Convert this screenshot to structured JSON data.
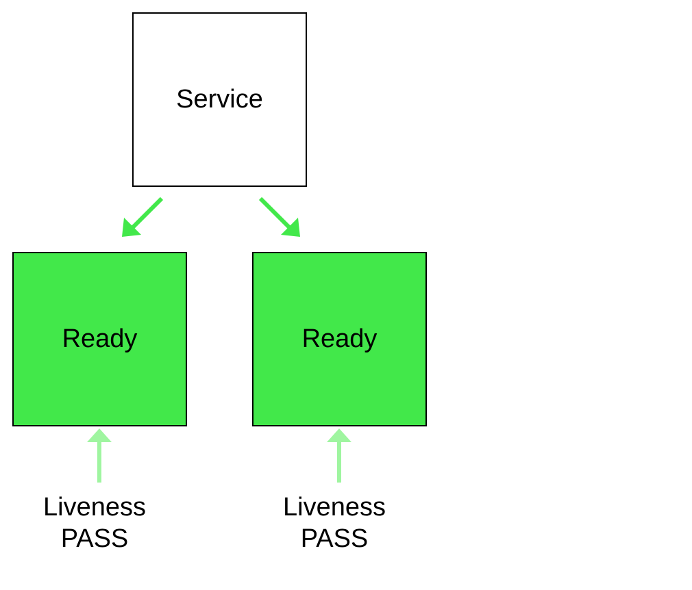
{
  "service": {
    "label": "Service"
  },
  "pods": [
    {
      "label": "Ready",
      "fill_color": "#42e84a",
      "liveness": {
        "line1": "Liveness",
        "line2": "PASS"
      }
    },
    {
      "label": "Ready",
      "fill_color": "#42e84a",
      "liveness": {
        "line1": "Liveness",
        "line2": "PASS"
      }
    }
  ],
  "colors": {
    "traffic_arrow": "#42e84a",
    "probe_arrow": "#9ff5a0",
    "border": "#000000"
  }
}
